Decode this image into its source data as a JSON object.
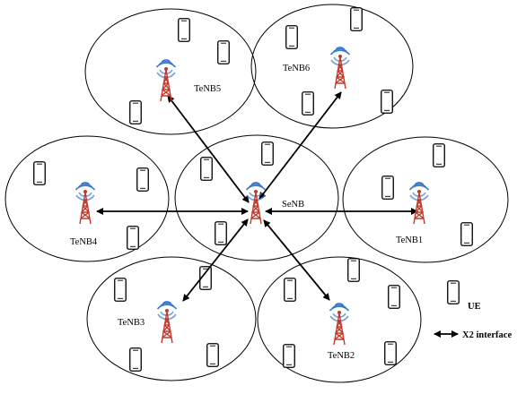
{
  "cells": [
    {
      "id": "senb",
      "label": "SeNB"
    },
    {
      "id": "tenb1",
      "label": "TeNB1"
    },
    {
      "id": "tenb2",
      "label": "TeNB2"
    },
    {
      "id": "tenb3",
      "label": "TeNB3"
    },
    {
      "id": "tenb4",
      "label": "TeNB4"
    },
    {
      "id": "tenb5",
      "label": "TeNB5"
    },
    {
      "id": "tenb6",
      "label": "TeNB6"
    }
  ],
  "legend": {
    "ue_label": "UE",
    "x2_label": "X2 interface"
  },
  "colors": {
    "tower": "#c0392b",
    "signal": "#3a78c9",
    "stroke": "#000000"
  },
  "icons": {
    "tower": "cell-tower-icon",
    "ue": "mobile-phone-icon",
    "link": "double-arrow-icon"
  }
}
